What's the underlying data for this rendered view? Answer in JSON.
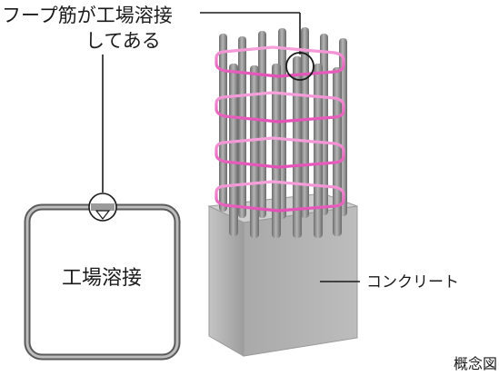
{
  "callout": {
    "line1": "フープ筋が工場溶接",
    "line2": "してある"
  },
  "detail": {
    "label": "工場溶接"
  },
  "concrete": {
    "label": "コンクリート"
  },
  "note": {
    "label": "概念図"
  },
  "colors": {
    "hoop": "#f06ac8",
    "rebar": "#8c8c8c",
    "concrete": "#b3b3b3",
    "line": "#1a1a1a"
  }
}
